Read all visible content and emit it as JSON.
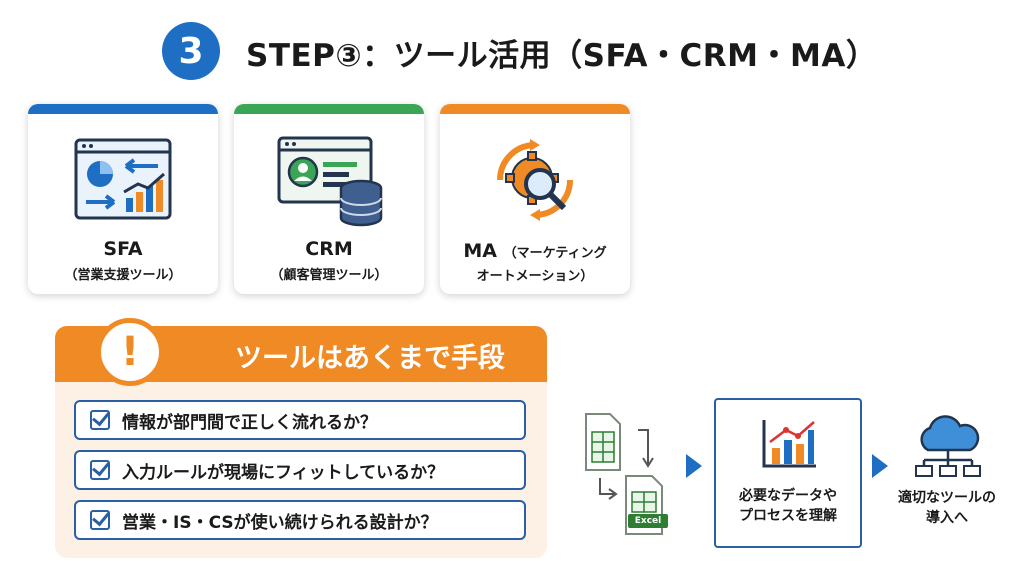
{
  "header": {
    "step_number": "3",
    "title": "STEP③：ツール活用（SFA・CRM・MA）",
    "badge_color": "#1e6fc4"
  },
  "tools": [
    {
      "name": "SFA",
      "sub": "（営業支援ツール）",
      "accent": "#1e6fc4",
      "icon": "sales-dashboard-icon"
    },
    {
      "name": "CRM",
      "sub": "（顧客管理ツール）",
      "accent": "#3aa655",
      "icon": "customer-database-icon"
    },
    {
      "name": "MA",
      "name_suffix": "（マーケティング",
      "sub": "オートメーション）",
      "accent": "#f08a24",
      "icon": "gear-magnifier-icon"
    }
  ],
  "warning": {
    "title": "ツールはあくまで手段",
    "icon": "exclamation-icon",
    "accent": "#f08a24",
    "checks": [
      "情報が部門間で正しく流れるか？",
      "入力ルールが現場にフィットしているか？",
      "営業・IS・CSが使い続けられる設計か？"
    ]
  },
  "flow": {
    "source_label": "Excel",
    "source_icon": "spreadsheet-to-excel-icon",
    "middle_label_1": "必要なデータや",
    "middle_label_2": "プロセスを理解",
    "middle_icon": "chart-analysis-icon",
    "result_label_1": "適切なツールの",
    "result_label_2": "導入へ",
    "result_icon": "cloud-network-icon"
  }
}
